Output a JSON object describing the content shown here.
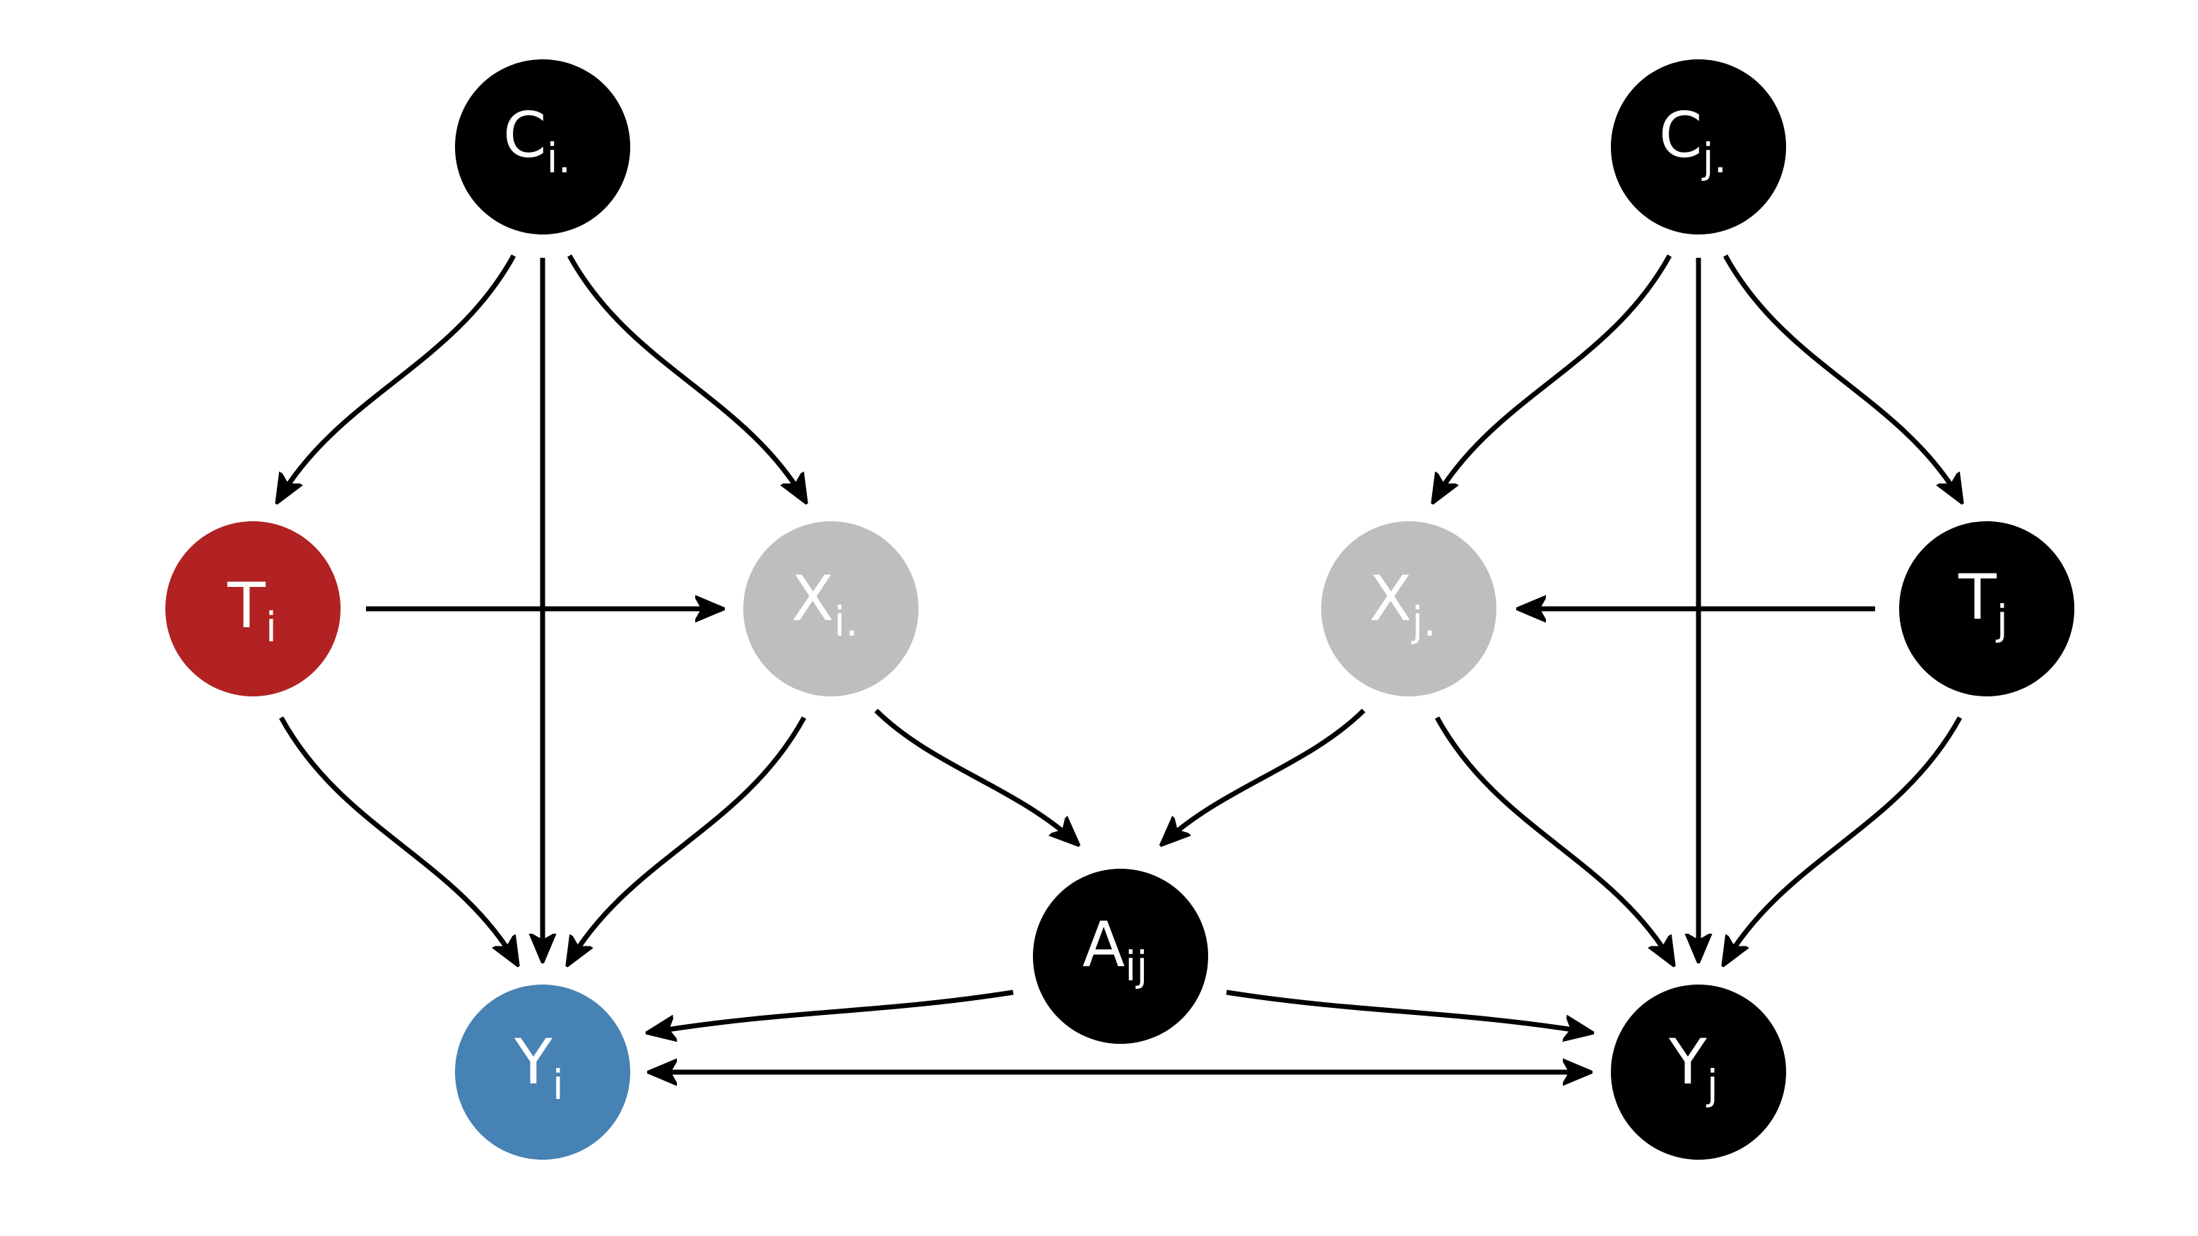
{
  "colors": {
    "treatment": "#b22222",
    "outcome": "#4682b4",
    "covariate": "#bebebe",
    "default": "#000000",
    "edge": "#000000",
    "text": "#ffffff"
  },
  "nodes": {
    "ci": {
      "main": "C",
      "sub": "i."
    },
    "cj": {
      "main": "C",
      "sub": "j."
    },
    "ti": {
      "main": "T",
      "sub": "i"
    },
    "xi": {
      "main": "X",
      "sub": "i."
    },
    "xj": {
      "main": "X",
      "sub": "j."
    },
    "tj": {
      "main": "T",
      "sub": "j"
    },
    "aij": {
      "main": "A",
      "sub": "ij"
    },
    "yi": {
      "main": "Y",
      "sub": "i"
    },
    "yj": {
      "main": "Y",
      "sub": "j"
    }
  }
}
